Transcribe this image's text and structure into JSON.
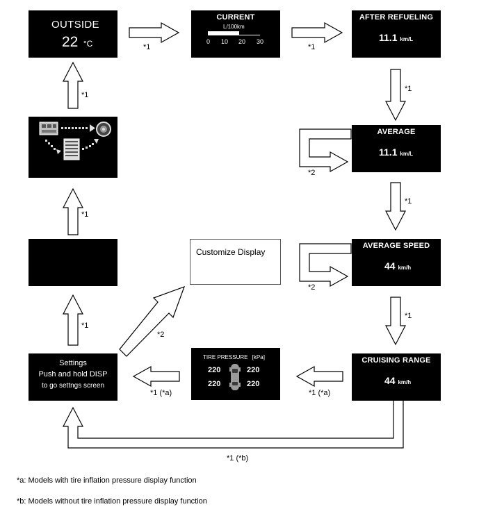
{
  "screens": {
    "outside": {
      "label": "OUTSIDE",
      "value": "22",
      "unit": "°C"
    },
    "current": {
      "label": "CURRENT",
      "unit": "L/100km",
      "ticks": [
        "0",
        "10",
        "20",
        "30"
      ],
      "level": 0.6
    },
    "after_refueling": {
      "label": "AFTER REFUELING",
      "value": "11.1",
      "unit": "km/L"
    },
    "average": {
      "label": "AVERAGE",
      "value": "11.1",
      "unit": "km/L"
    },
    "average_speed": {
      "label": "AVERAGE SPEED",
      "value": "44",
      "unit": "km/h"
    },
    "cruising_range": {
      "label": "CRUISING RANGE",
      "value": "44",
      "unit": "km/h"
    },
    "tire_pressure": {
      "label": "TIRE PRESSURE",
      "unit": "[kPa]",
      "values": [
        "220",
        "220",
        "220",
        "220"
      ]
    },
    "settings": {
      "line1": "Settings",
      "line2": "Push and hold DISP",
      "line3": "to go settngs screen"
    },
    "customize": {
      "label": "Customize Display"
    }
  },
  "arrow_labels": {
    "outside_to_current": "*1",
    "current_to_after": "*1",
    "after_to_average": "*1",
    "average_loop": "*2",
    "average_to_speed": "*1",
    "speed_loop": "*2",
    "speed_to_cruising": "*1",
    "cruising_to_tire": "*1 (*a)",
    "tire_to_settings": "*1 (*a)",
    "settings_to_customize": "*2",
    "settings_to_blank": "*1",
    "blank_to_energy": "*1",
    "energy_to_outside": "*1",
    "cruising_to_settings": "*1 (*b)"
  },
  "footnotes": {
    "a": "*a: Models with tire inflation pressure display function",
    "b": "*b: Models without tire inflation pressure display function"
  }
}
